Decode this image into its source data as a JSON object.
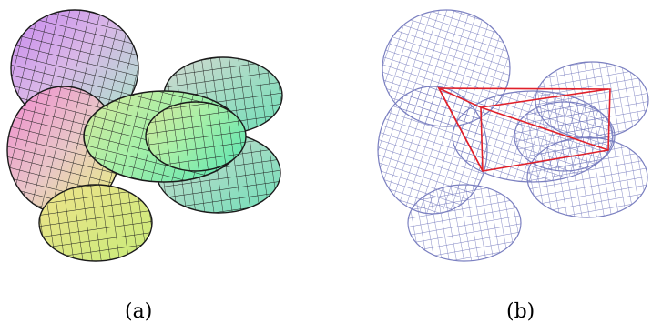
{
  "figure": {
    "panels": [
      {
        "id": "a",
        "caption": "(a)",
        "style": "shaded-surface",
        "colors": {
          "mesh": "#1a1a1a",
          "pink": "#e88be0",
          "green": "#86f2a6",
          "yellow": "#e6f27a",
          "lavender": "#b8a6f0"
        }
      },
      {
        "id": "b",
        "caption": "(b)",
        "style": "wireframe",
        "colors": {
          "mesh": "#7a7fc0",
          "box": "#e0202a"
        }
      }
    ]
  }
}
